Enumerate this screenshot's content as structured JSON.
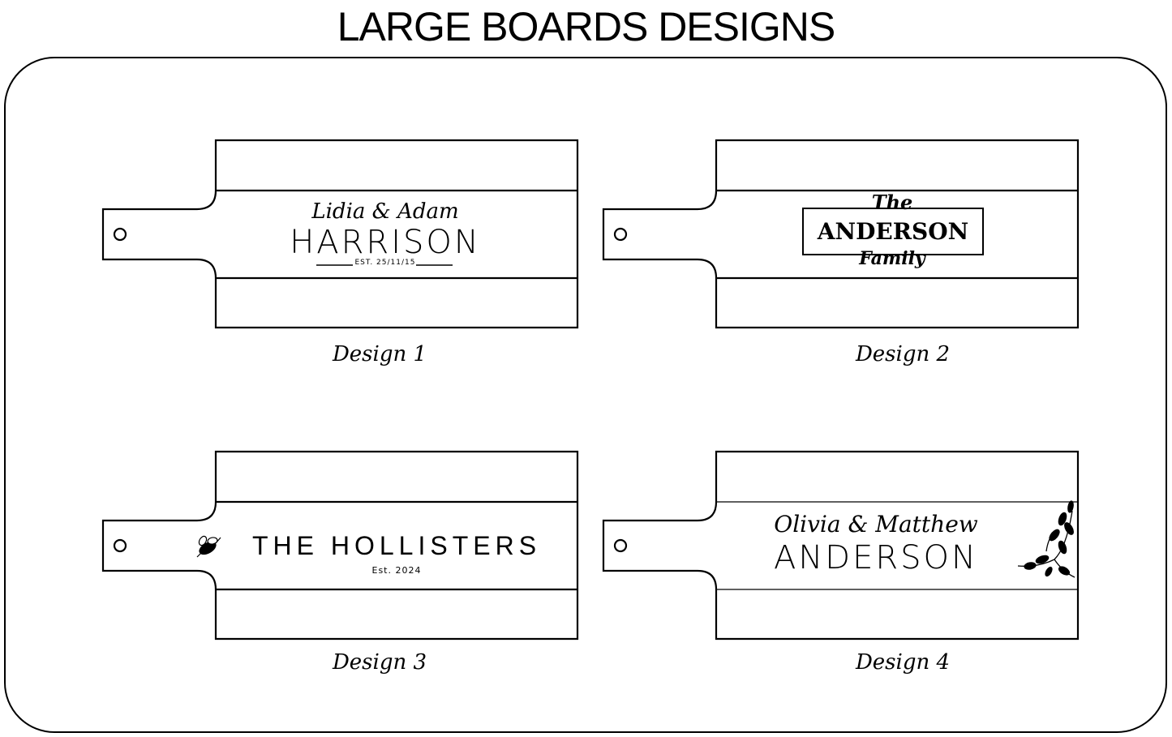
{
  "title": "LARGE BOARDS DESIGNS",
  "designs": [
    {
      "caption": "Design 1",
      "names": "Lidia & Adam",
      "surname": "HARRISON",
      "established": "EST. 25/11/15"
    },
    {
      "caption": "Design 2",
      "prefix": "The",
      "surname": "ANDERSON",
      "suffix": "Family"
    },
    {
      "caption": "Design 3",
      "surname": "THE HOLLISTERS",
      "established": "Est. 2024"
    },
    {
      "caption": "Design 4",
      "names": "Olivia & Matthew",
      "surname": "ANDERSON"
    }
  ]
}
